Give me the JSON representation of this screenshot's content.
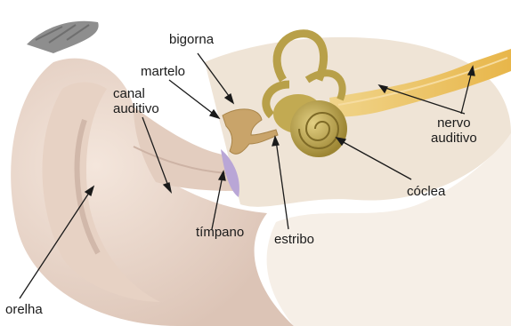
{
  "labels": {
    "bigorna": "bigorna",
    "martelo": "martelo",
    "canal_auditivo": "canal\nauditivo",
    "nervo_auditivo": "nervo\nauditivo",
    "coclea": "cóclea",
    "timpano": "tímpano",
    "estribo": "estribo",
    "orelha": "orelha"
  },
  "colors": {
    "skin": "#ecdcd0",
    "skin_shadow": "#d9c3b6",
    "bone_tissue": "#f3eadf",
    "ossicle": "#c9a46a",
    "cochlea": "#b8a049",
    "nerve": "#e8c46a",
    "eardrum": "#b9a6d6",
    "hair": "#8a8a8a"
  }
}
